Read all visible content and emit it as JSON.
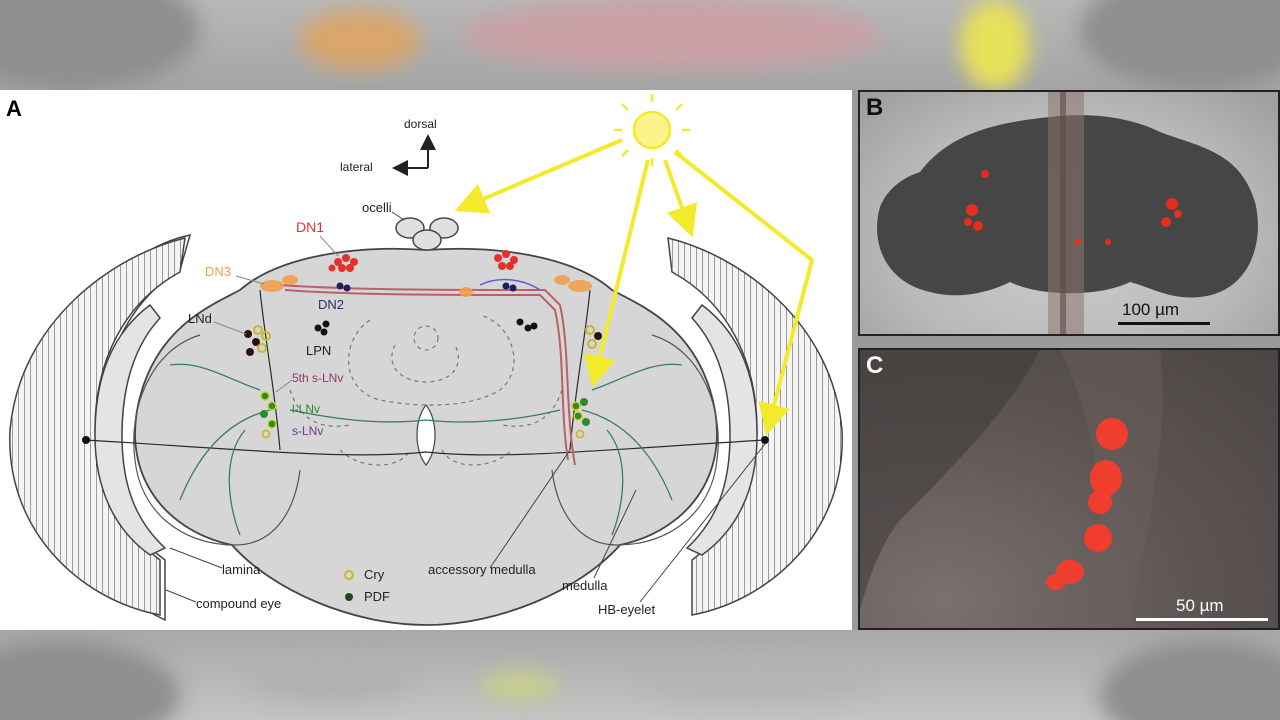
{
  "panels": {
    "a": {
      "letter": "A",
      "orientation": {
        "dorsal": "dorsal",
        "lateral": "lateral"
      },
      "labels": {
        "ocelli": "ocelli",
        "dn1": "DN1",
        "dn3": "DN3",
        "dn2": "DN2",
        "lnd": "LNd",
        "lpn": "LPN",
        "fifth_slnv": "5th s-LNv",
        "llnv": "l-LNv",
        "slnv": "s-LNv",
        "lamina": "lamina",
        "compound_eye": "compound eye",
        "accessory_medulla": "accessory medulla",
        "medulla": "medulla",
        "hb_eyelet": "HB-eyelet"
      },
      "legend": [
        {
          "symbol": "open-yellow-circle",
          "label": "Cry"
        },
        {
          "symbol": "filled-green-circle",
          "label": "PDF"
        }
      ]
    },
    "b": {
      "letter": "B",
      "scale_bar": "100 µm"
    },
    "c": {
      "letter": "C",
      "scale_bar": "50 µm"
    }
  },
  "colors": {
    "light_arrows": "#f2ea2a",
    "dn1": "#e8302a",
    "dn3": "#f0a050",
    "dn2": "#2b2b6e",
    "brain_fill": "#d6d6d6",
    "fluorescence": "#ff2a1a"
  }
}
